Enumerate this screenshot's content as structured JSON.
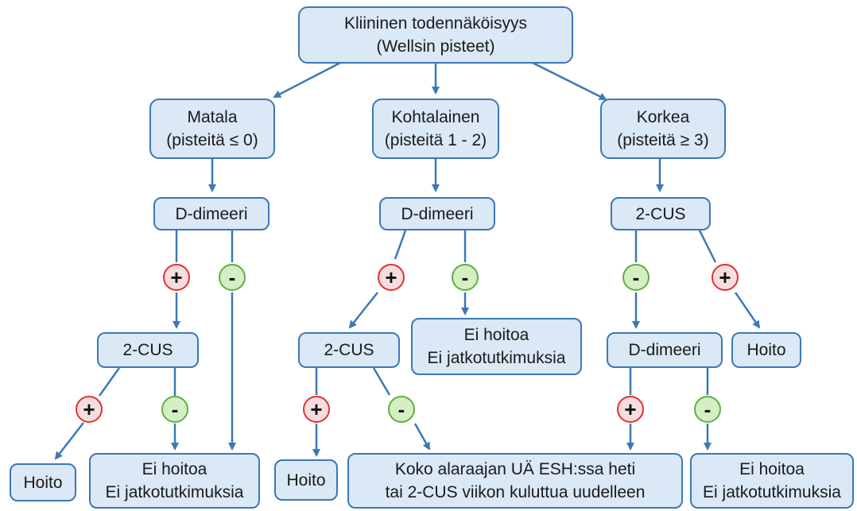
{
  "root": {
    "line1": "Kliininen todennäköisyys",
    "line2": "(Wellsin pisteet)"
  },
  "low": {
    "title": "Matala",
    "score": "(pisteitä ≤ 0)"
  },
  "mid": {
    "title": "Kohtalainen",
    "score": "(pisteitä 1 - 2)"
  },
  "high": {
    "title": "Korkea",
    "score": "(pisteitä ≥ 3)"
  },
  "labels": {
    "ddimer": "D-dimeeri",
    "cus": "2-CUS",
    "treat": "Hoito",
    "no_treat_1": "Ei hoitoa",
    "no_treat_2": "Ei jatkotutkimuksia",
    "whole_leg_1": "Koko alaraajan UÄ ESH:ssa heti",
    "whole_leg_2": "tai 2-CUS viikon kuluttua uudelleen",
    "plus": "+",
    "minus": "-"
  },
  "colors": {
    "box_fill": "#dbe8f5",
    "box_border": "#3b78b8",
    "plus_ring": "#e03030",
    "minus_ring": "#5cb040"
  }
}
